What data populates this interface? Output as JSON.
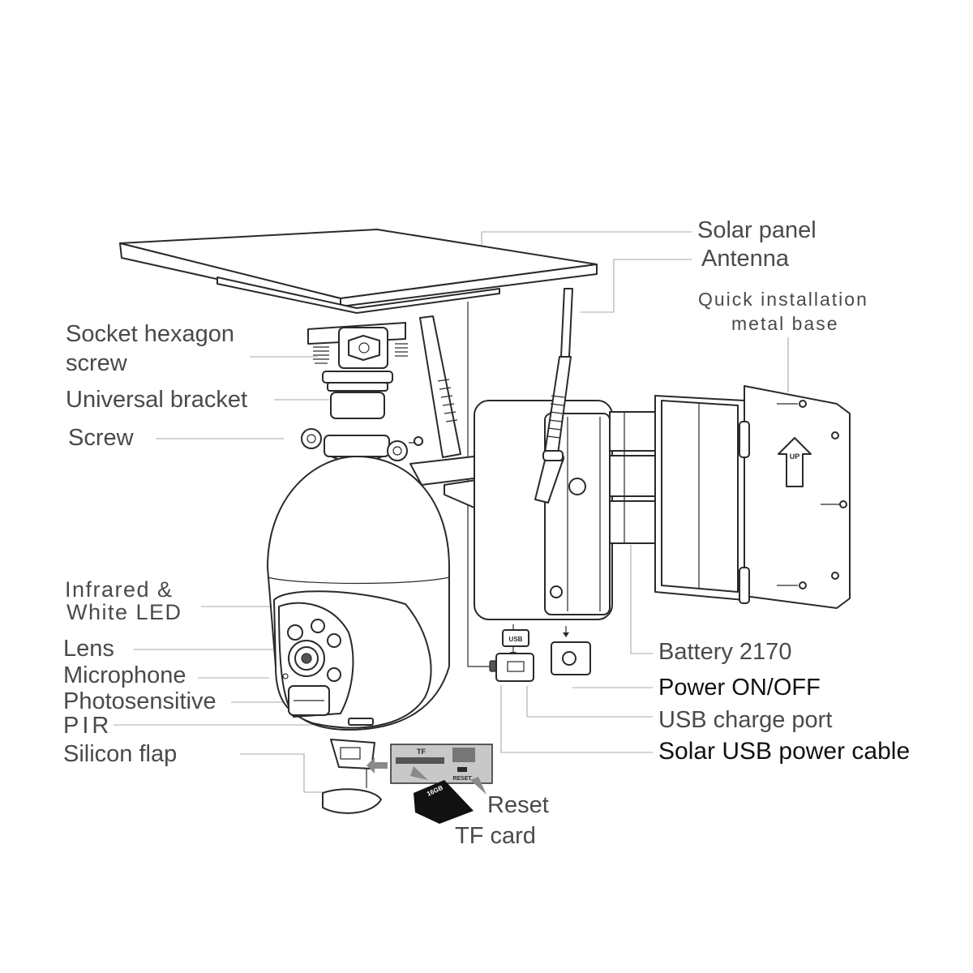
{
  "labels": {
    "solar_panel": "Solar panel",
    "antenna": "Antenna",
    "quick_installation_line1": "Quick installation",
    "quick_installation_line2": "metal base",
    "socket_hexagon_line1": "Socket hexagon",
    "socket_hexagon_line2": "screw",
    "universal_bracket": "Universal bracket",
    "screw": "Screw",
    "infrared_line1": "Infrared &",
    "infrared_line2": "White LED",
    "lens": "Lens",
    "microphone": "Microphone",
    "photosensitive": "Photosensitive",
    "pir": "PIR",
    "silicon_flap": "Silicon flap",
    "battery": "Battery 2170",
    "power_on_off": "Power ON/OFF",
    "usb_charge_port": "USB charge port",
    "solar_usb_cable": "Solar USB power cable",
    "reset": "Reset",
    "tf_card": "TF card"
  },
  "device_markings": {
    "up_arrow": "UP",
    "usb_icon": "USB",
    "tf_slot": "TF",
    "reset_button": "RESET",
    "card_capacity": "16GB"
  },
  "icons": [
    "up-arrow-icon",
    "power-icon",
    "usb-icon",
    "gray-arrow-icon"
  ],
  "colors": {
    "line_art": "#2a2a2a",
    "leader_lines": "#a8a8a8",
    "label_text": "#4a4a4a",
    "emphasis_text": "#111111",
    "panel_gray": "#c8c8c8",
    "tf_card": "#111111"
  }
}
